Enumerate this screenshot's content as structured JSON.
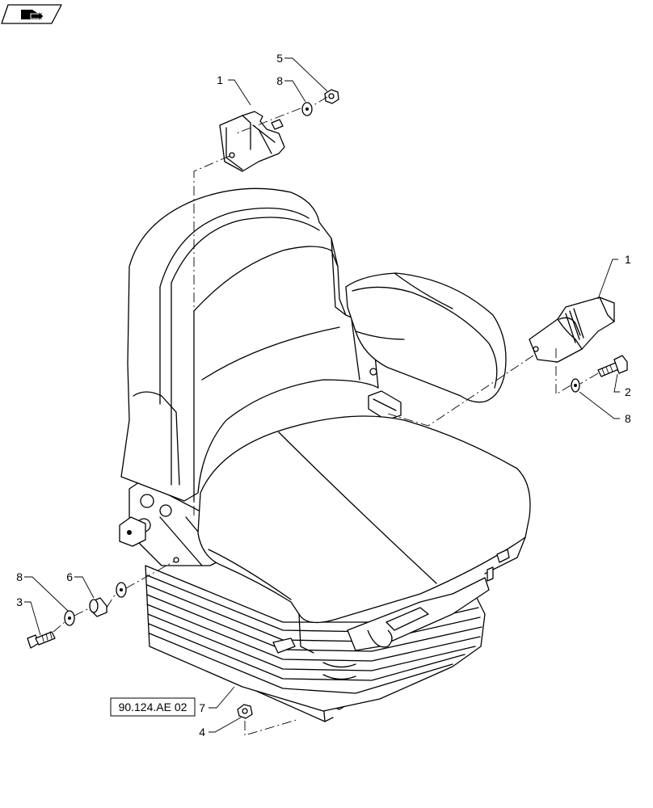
{
  "callouts": [
    {
      "id": "c1a",
      "label": "1"
    },
    {
      "id": "c5",
      "label": "5"
    },
    {
      "id": "c8a",
      "label": "8"
    },
    {
      "id": "c1b",
      "label": "1"
    },
    {
      "id": "c2",
      "label": "2"
    },
    {
      "id": "c8b",
      "label": "8"
    },
    {
      "id": "c8c",
      "label": "8"
    },
    {
      "id": "c6",
      "label": "6"
    },
    {
      "id": "c3",
      "label": "3"
    },
    {
      "id": "c7",
      "label": "7"
    },
    {
      "id": "c4",
      "label": "4"
    }
  ],
  "reference": {
    "label": "90.124.AE 02"
  },
  "nav_icon": "page-arrow-icon"
}
